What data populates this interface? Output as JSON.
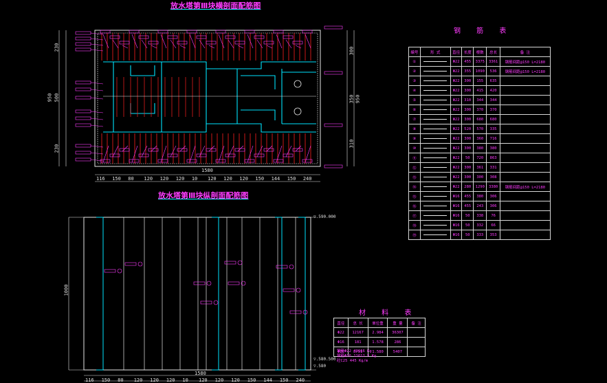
{
  "drawing": {
    "title_cross": "放水塔第Ⅲ块横剖面配筋图",
    "title_long": "放水塔第Ⅲ块纵剖面配筋图",
    "rebar_table_title": "钢 筋 表",
    "material_table_title": "材 料 表"
  },
  "cross_section": {
    "total_width": "1580",
    "bottom_dims": [
      "116",
      "150",
      "80",
      "120",
      "120",
      "120",
      "10",
      "120",
      "120",
      "120",
      "150",
      "144",
      "150",
      "240"
    ],
    "left_dims": [
      "230",
      "950",
      "500",
      "230"
    ],
    "right_dims": [
      "300",
      "350",
      "310"
    ],
    "left_height": "950"
  },
  "long_section": {
    "height": "1000",
    "total_width": "1580",
    "bottom_dims": [
      "116",
      "150",
      "80",
      "120",
      "120",
      "120",
      "10",
      "120",
      "120",
      "120",
      "150",
      "144",
      "150",
      "240"
    ],
    "elev_top": "▽.590.000",
    "elev_bottom": "▽.580.500",
    "elev_bottom2": "▽.580"
  },
  "rebar_table": {
    "headers": [
      "编号",
      "形 式",
      "直径",
      "长度",
      "根数",
      "总长",
      "备 注"
    ],
    "rows": [
      [
        "①",
        "",
        "Φ22",
        "455",
        "3375",
        "3361",
        "钢筋间距@150 L=2180"
      ],
      [
        "②",
        "",
        "Φ22",
        "355",
        "1090",
        "536",
        "钢筋间距@150 L=2180"
      ],
      [
        "③",
        "",
        "Φ22",
        "300",
        "155",
        "635",
        ""
      ],
      [
        "④",
        "",
        "Φ22",
        "300",
        "415",
        "420",
        ""
      ],
      [
        "⑤",
        "",
        "Φ22",
        "310",
        "344",
        "344",
        ""
      ],
      [
        "⑥",
        "",
        "Φ22",
        "300",
        "370",
        "370",
        ""
      ],
      [
        "⑦",
        "",
        "Φ22",
        "300",
        "680",
        "680",
        ""
      ],
      [
        "⑧",
        "",
        "Φ22",
        "520",
        "570",
        "335",
        ""
      ],
      [
        "⑨",
        "",
        "Φ22",
        "300",
        "360",
        "716",
        ""
      ],
      [
        "⑩",
        "",
        "Φ22",
        "300",
        "380",
        "380",
        ""
      ],
      [
        "⑪",
        "",
        "Φ22",
        "50",
        "720",
        "863",
        ""
      ],
      [
        "⑫",
        "",
        "Φ22",
        "300",
        "361",
        "331",
        ""
      ],
      [
        "⑬",
        "",
        "Φ22",
        "300",
        "300",
        "308",
        ""
      ],
      [
        "⑭",
        "",
        "Φ22",
        "280",
        "1290",
        "3380",
        "钢筋间距@150 L=2180"
      ],
      [
        "⑮",
        "",
        "Φ16",
        "455",
        "380",
        "306",
        ""
      ],
      [
        "⑯",
        "",
        "Φ16",
        "455",
        "243",
        "306",
        ""
      ],
      [
        "⑰",
        "",
        "Φ16",
        "50",
        "338",
        "76",
        ""
      ],
      [
        "⑱",
        "",
        "Φ16",
        "50",
        "332",
        "66",
        ""
      ],
      [
        "⑲",
        "",
        "Φ16",
        "50",
        "333",
        "353",
        ""
      ]
    ]
  },
  "material_table": {
    "headers": [
      "直径",
      "总 长",
      "单位重",
      "重 量",
      "备 注"
    ],
    "rows": [
      [
        "Φ22",
        "12167",
        "2.984",
        "36307",
        ""
      ],
      [
        "Φ16",
        "181",
        "1.578",
        "286",
        ""
      ],
      [
        "Φ16",
        "8751",
        "1.580",
        "5407",
        ""
      ]
    ],
    "notes": [
      "钢筋Φ22 42166 Kg",
      "钢筋Φ16 11612.5 Kg",
      "砼C25 445 Kg/m"
    ]
  },
  "colors": {
    "magenta": "#ff3cff",
    "red": "#ff2020",
    "cyan": "#00e5ff",
    "white": "#e8e8e8",
    "background": "#000000"
  }
}
